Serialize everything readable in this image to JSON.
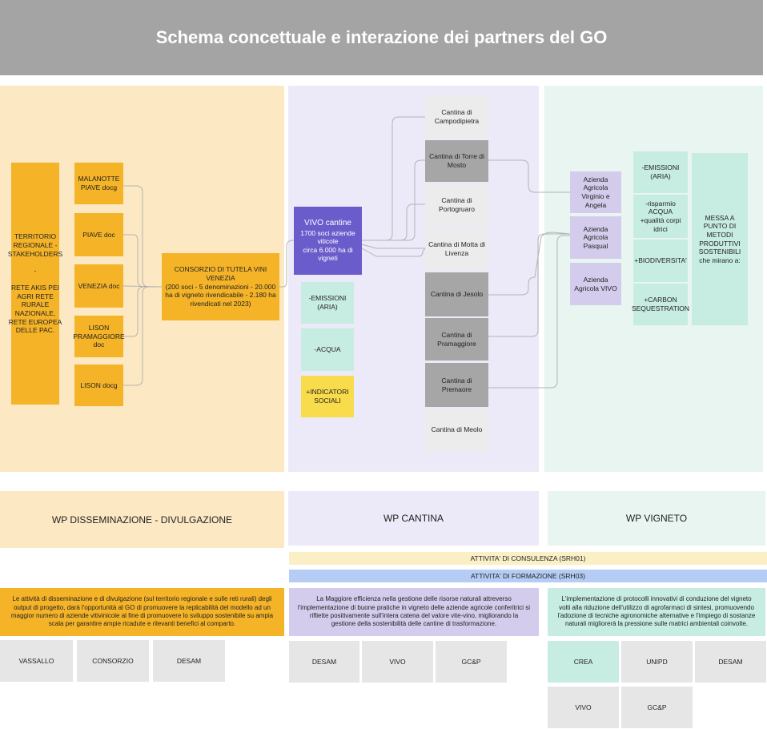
{
  "title": "Schema concettuale e interazione dei partners  del GO",
  "territorio": "TERRITORIO REGIONALE - STAKEHOLDERS\n\n-\n\nRETE AKIS PEI AGRI RETE RURALE NAZIONALE, RETE EUROPEA DELLE PAC.",
  "denominazioni": [
    "MALANOTTE PIAVE docg",
    "PIAVE doc",
    "VENEZIA doc",
    "LISON PRAMAGGIORE doc",
    "LISON docg"
  ],
  "consorzio": "CONSORZIO DI TUTELA VINI VENEZIA\n(200 soci - 5 denominazioni - 20.000 ha di vigneto rivendicabile - 2.180 ha rivendicati nel 2023)",
  "vivo_title": "VIVO cantine",
  "vivo_desc": "1700 soci aziende viticole\ncirca 6.000 ha di vigneti",
  "indicatori_cantina": [
    "-EMISSIONI (ARIA)",
    "-ACQUA",
    "+INDICATORI SOCIALI"
  ],
  "cantine": [
    "Cantina di Campodipietra",
    "Cantina di Torre di Mosto",
    "Cantina di Portogruaro",
    "Cantina di Motta di Livenza",
    "Cantina di Jesolo",
    "Cantina di Pramaggiore",
    "Cantina di Premaore",
    "Cantina di Meolo"
  ],
  "aziende": [
    "Azienda Agricola Virginio e Angela",
    "Azienda Agricola Pasqual",
    "Azienda Agricola VIVO"
  ],
  "indicatori_vigneto": [
    "-EMISSIONI (ARIA)",
    "-risparmio ACQUA\n+qualità corpi idrici",
    "+BIODIVERSITA'",
    "+CARBON SEQUESTRATION"
  ],
  "messa_a_punto": "MESSA A PUNTO DI METODI PRODUTTIVI SOSTENIBILI che mirano a:",
  "wp": {
    "dissem": "WP DISSEMINAZIONE - DIVULGAZIONE",
    "cantina": "WP CANTINA",
    "vigneto": "WP VIGNETO"
  },
  "consulenza": "ATTIVITA' DI CONSULENZA (SRH01)",
  "formazione": "ATTIVITA' DI FORMAZIONE (SRH03)",
  "desc_dissem": "Le attività di disseminazione e di divulgazione (sul territorio regionale e sulle reti rurali) degli output di progetto, darà l'opportunità al GO di promuovere la replicabilità del modello ad un maggior numero di aziende vitivinicole al fine di promuovere lo sviluppo sostenibile su ampia scala per garantire ampie ricadute e rilevanti benefici al comparto.",
  "desc_cantina": "La Maggiore efficienza nella  gestione delle risorse naturali attreverso l'implementazione di buone pratiche in vigneto delle aziende agricole conferitrici si rifliette positivamente sull'intera catena del valore vite-vino, migliorando la gestione della sostenibilità delle cantine di trasformazione.",
  "desc_vigneto": "L'implementazione di protocolli innovativi di conduzione del vigneto volti alla riduzione dell'utilizzo di agrofarmaci di sintesi, promuovendo l'adozione di tecniche agronomiche alternative e l'impiego di sostanze naturali migliorerà la pressione sulle matrici ambientali coinvolte.",
  "partners_dissem": [
    "VASSALLO",
    "CONSORZIO",
    "DESAM"
  ],
  "partners_cantina": [
    "DESAM",
    "VIVO",
    "GC&P"
  ],
  "partners_vigneto": [
    "CREA",
    "UNIPD",
    "DESAM",
    "VIVO",
    "GC&P"
  ],
  "colors": {
    "header": "#a4a4a4",
    "orange": "#f5b428",
    "vivo": "#6b5ccc",
    "lavender": "#d4ccec",
    "mint": "#c7ece1",
    "yellow": "#f8dc4c",
    "consulenza": "#fbefc6",
    "formazione": "#b5ccf5"
  }
}
